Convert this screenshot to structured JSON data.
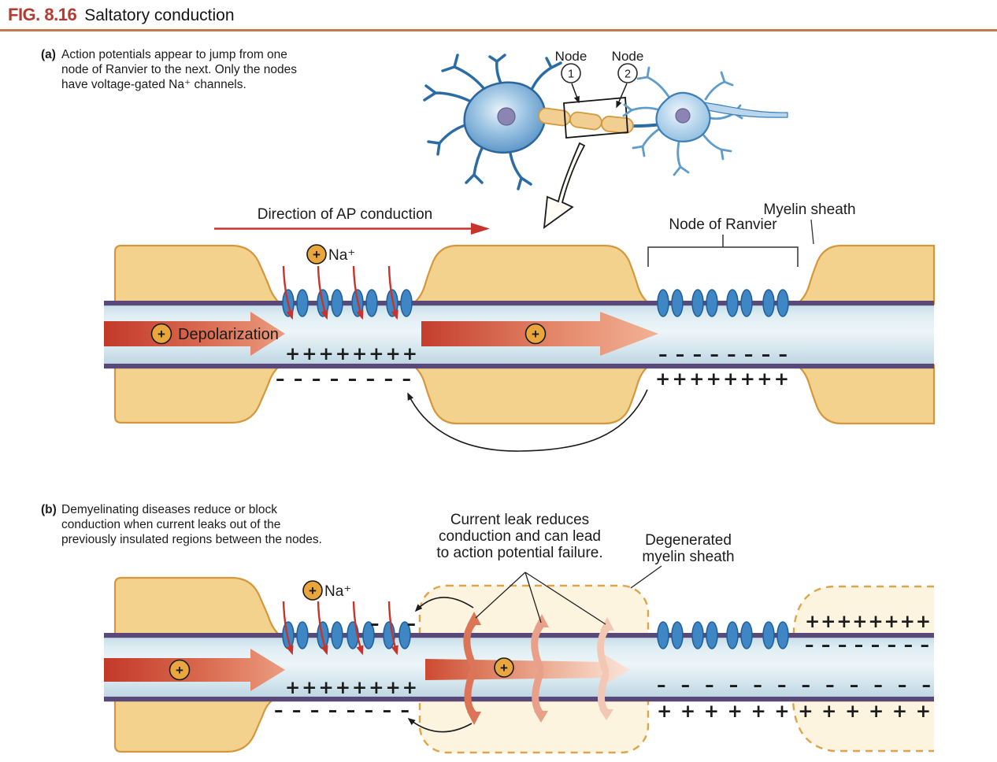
{
  "header": {
    "fig_label": "FIG. 8.16",
    "title": "Saltatory conduction"
  },
  "symbols": {
    "plus": "+"
  },
  "panel_a": {
    "label": "(a)",
    "caption_lines": [
      "Action potentials appear to jump from one",
      "node of Ranvier to the next. Only the nodes",
      "have voltage-gated Na⁺ channels."
    ],
    "inset": {
      "node_word_1": "Node",
      "node_num_1": "1",
      "node_word_2": "Node",
      "node_num_2": "2"
    },
    "direction_label": "Direction of AP conduction",
    "na_label": "Na⁺",
    "depolarization_label": "Depolarization",
    "node_of_ranvier_label": "Node of Ranvier",
    "myelin_sheath_label": "Myelin sheath",
    "charges": {
      "node1_inside_plus": "+ + + + + + + +",
      "node1_outside_minus": "– – – – – – – –",
      "node2_inside_minus": "– – – – – – – –",
      "node2_outside_plus": "+ + + + + + + +"
    }
  },
  "panel_b": {
    "label": "(b)",
    "caption_lines": [
      "Demyelinating diseases reduce or block",
      "conduction when current leaks out of the",
      "previously insulated regions between the nodes."
    ],
    "current_leak_lines": [
      "Current leak reduces",
      "conduction and can lead",
      "to action potential failure."
    ],
    "degenerated_lines": [
      "Degenerated",
      "myelin sheath"
    ],
    "na_label": "Na⁺",
    "charges": {
      "node1_inside_plus": "+ + + + + + + +",
      "node1_outside_minus": "– – – – – – – –",
      "node1_membrane_minus": "– –",
      "region2_outside_plus_top": "+ + + + + + + +",
      "region2_inside_minus_top": "– – – – – – – –",
      "inside_minus_bottom": "– – – – – – – – – – – –",
      "outside_plus_bottom": "+ + + + + + + + + + + +"
    }
  }
}
